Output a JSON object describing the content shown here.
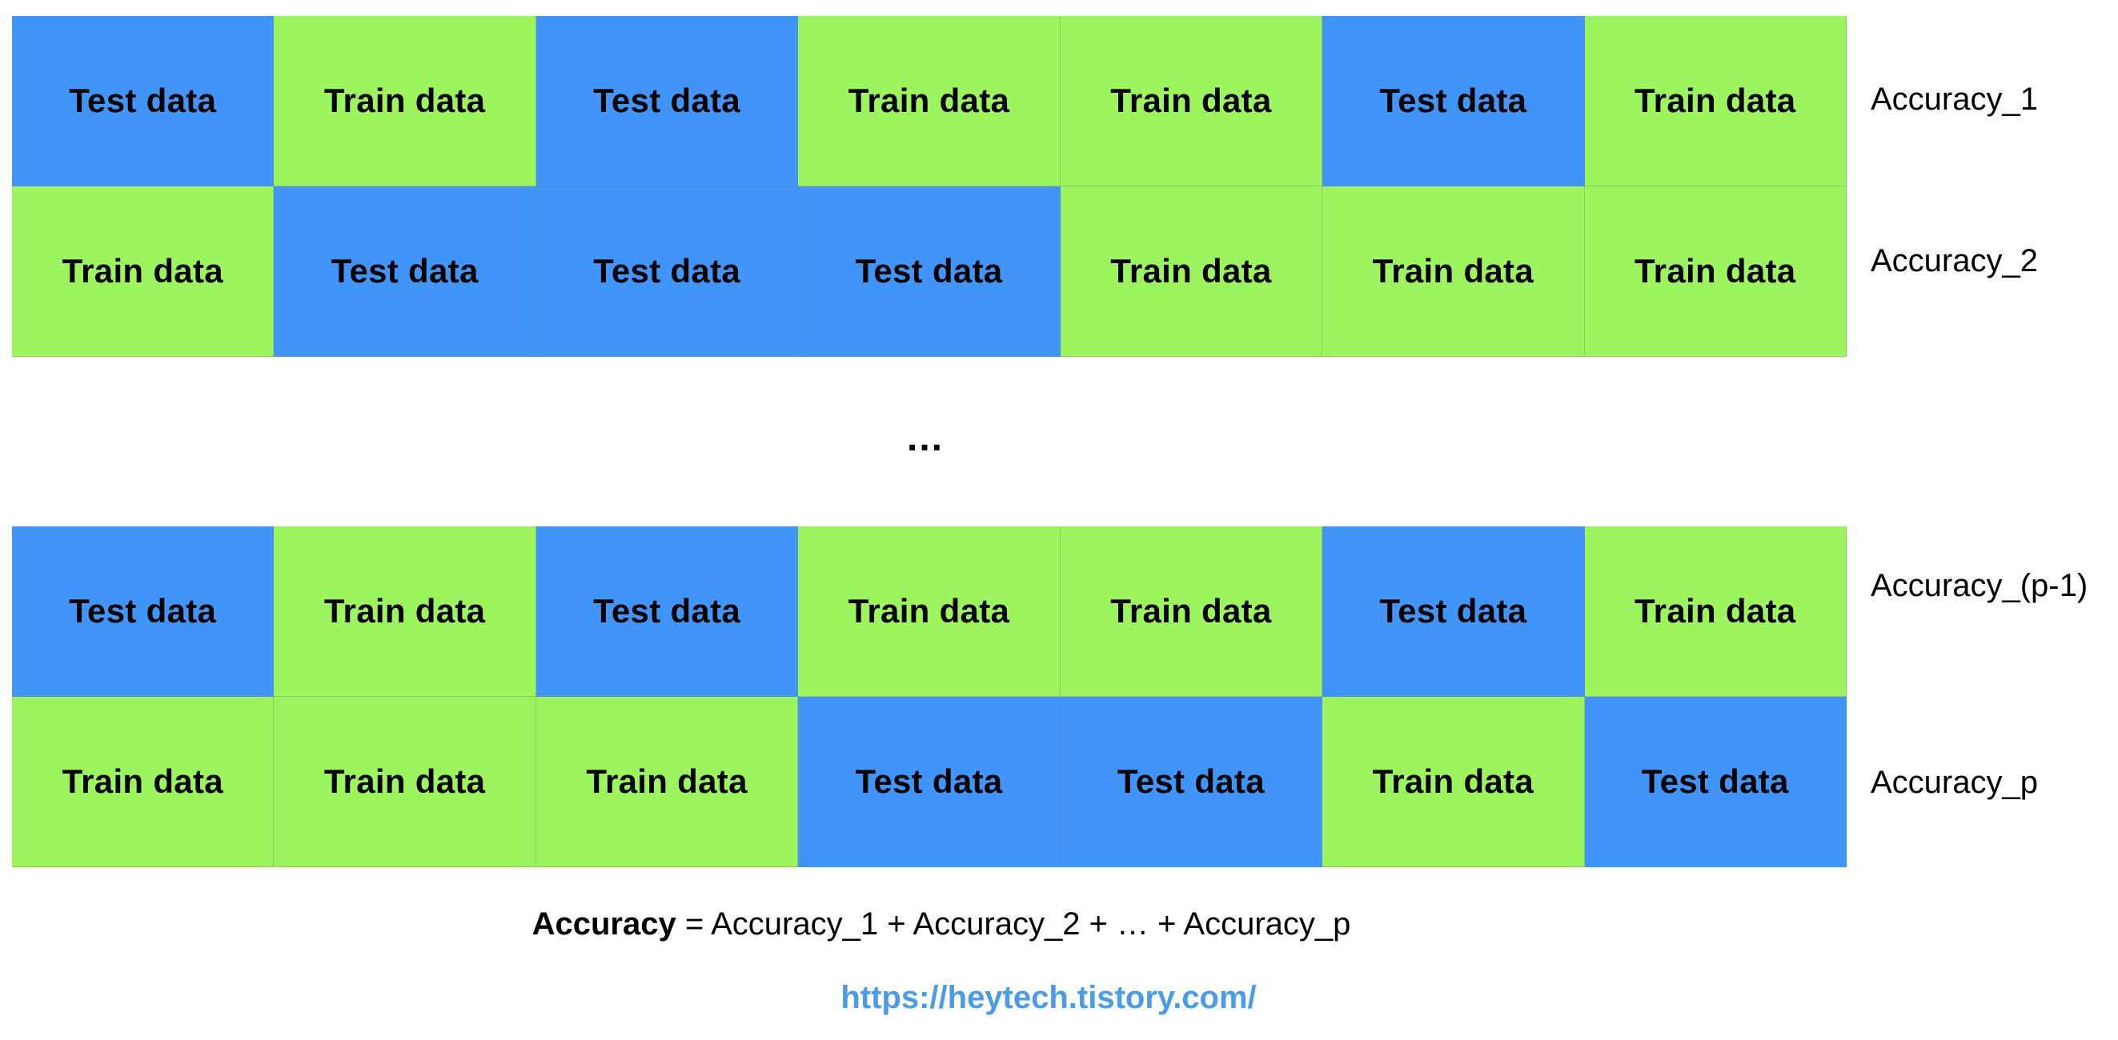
{
  "colors": {
    "test": "#4295f8",
    "train": "#9cf55f",
    "url": "#4a9be8"
  },
  "rows": [
    {
      "label": "Accuracy_1",
      "cells": [
        "Test data",
        "Train data",
        "Test data",
        "Train data",
        "Train data",
        "Test data",
        "Train data"
      ]
    },
    {
      "label": "Accuracy_2",
      "cells": [
        "Train data",
        "Test data",
        "Test data",
        "Test data",
        "Train data",
        "Train data",
        "Train data"
      ]
    },
    {
      "label": "Accuracy_(p-1)",
      "cells": [
        "Test data",
        "Train data",
        "Test data",
        "Train data",
        "Train data",
        "Test data",
        "Train data"
      ]
    },
    {
      "label": "Accuracy_p",
      "cells": [
        "Train data",
        "Train data",
        "Train data",
        "Test data",
        "Test data",
        "Train data",
        "Test data"
      ]
    }
  ],
  "ellipsis": "...",
  "formula": {
    "bold": "Accuracy",
    "rest": " = Accuracy_1 + Accuracy_2 + … + Accuracy_p"
  },
  "url": "https://heytech.tistory.com/"
}
